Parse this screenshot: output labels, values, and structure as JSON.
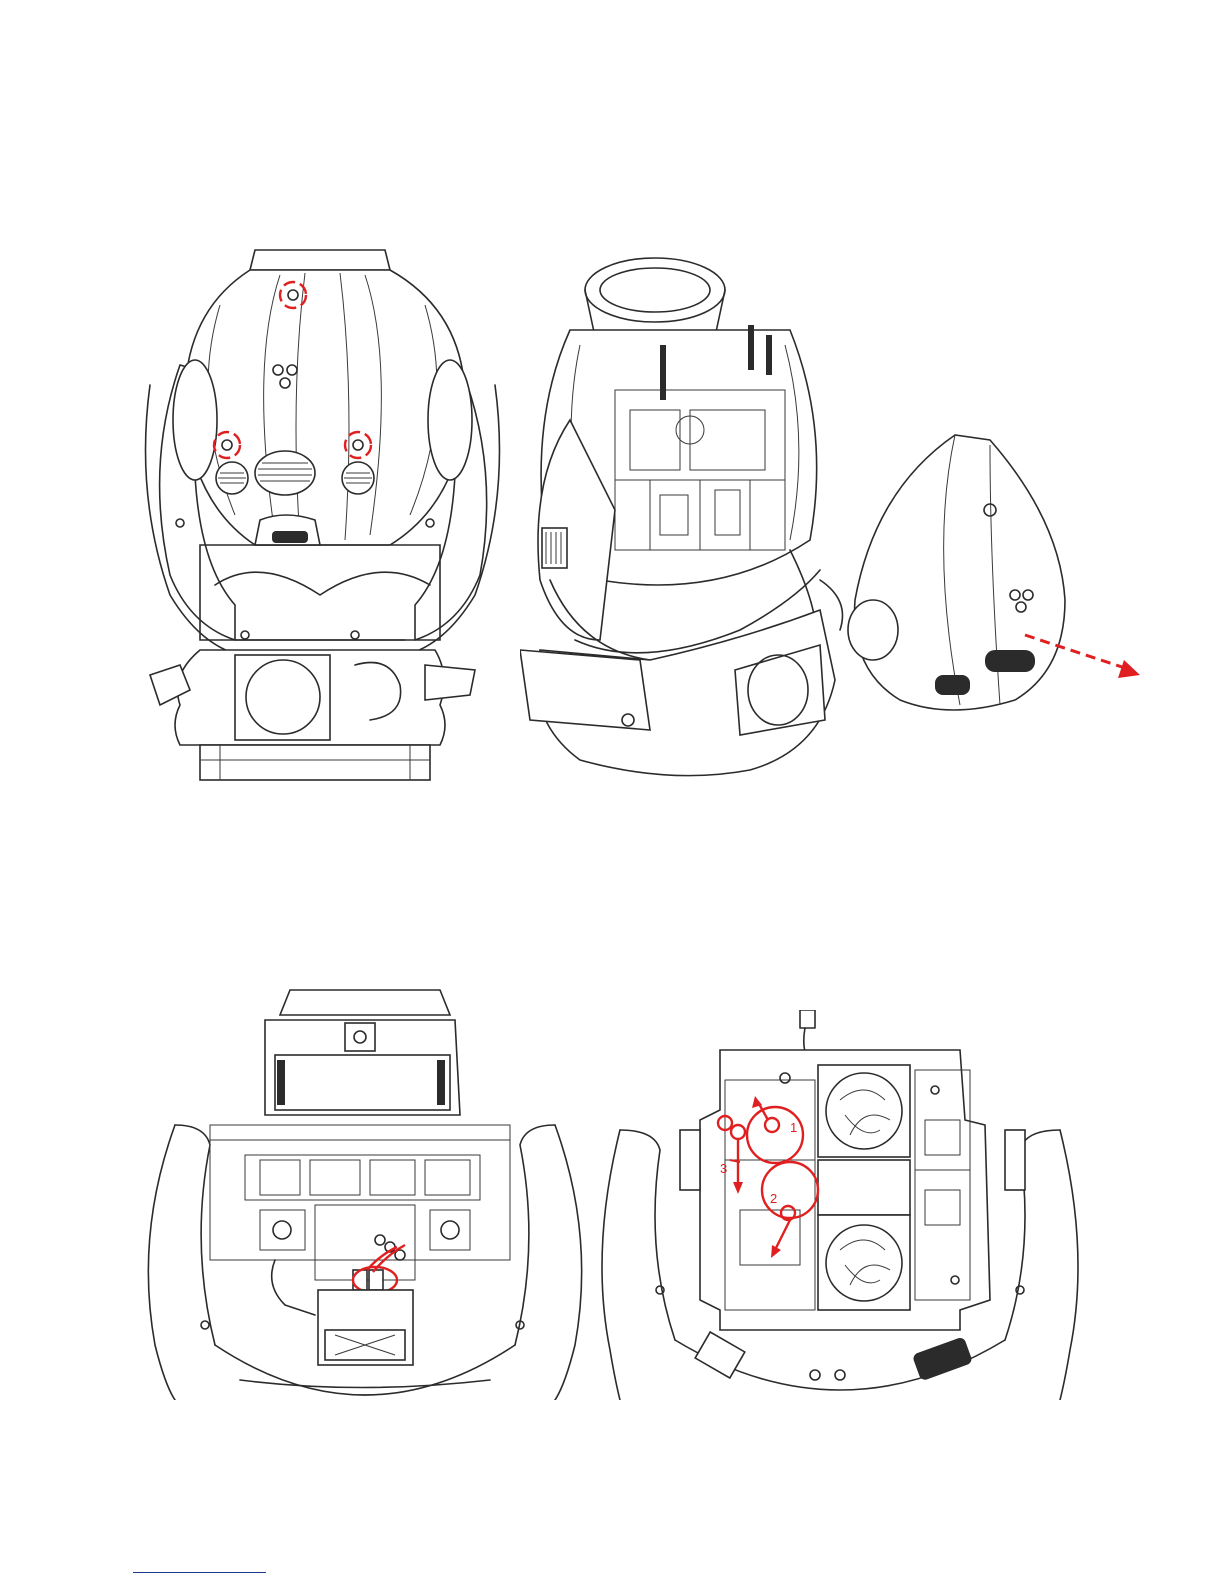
{
  "figures": [
    {
      "id": "fig-front-screws",
      "caption": ""
    },
    {
      "id": "fig-cover-removal",
      "caption": ""
    },
    {
      "id": "fig-head-open-front",
      "caption": ""
    },
    {
      "id": "fig-head-open-back",
      "caption": ""
    }
  ],
  "callouts": {
    "step_1": "1",
    "step_2": "2",
    "step_3": "3"
  },
  "colors": {
    "line": "#2b2b2b",
    "highlight": "#e02020",
    "footer_rule": "#1a3a8c"
  }
}
